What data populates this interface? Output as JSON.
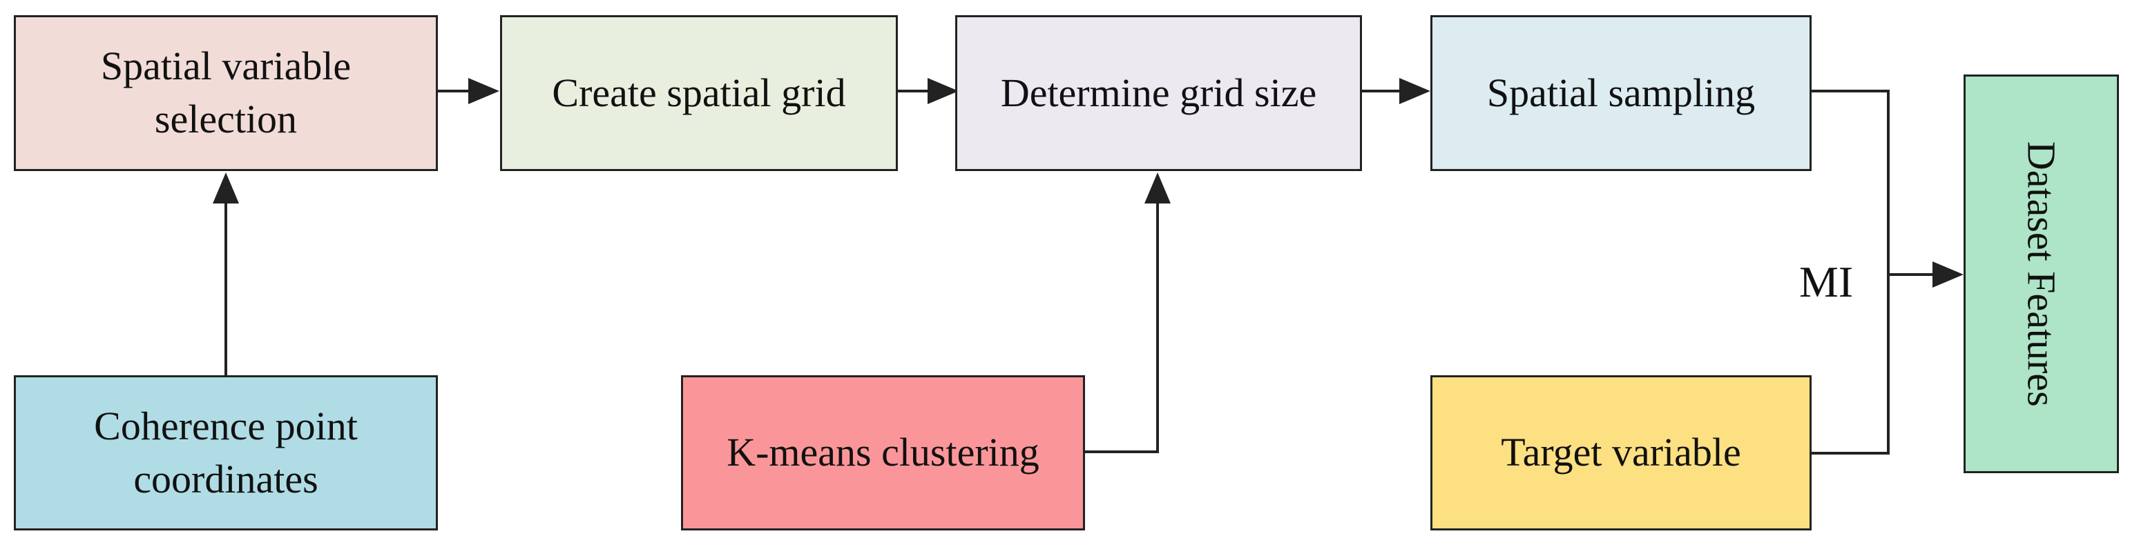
{
  "diagram": {
    "nodes": {
      "spatial_variable_selection": {
        "label": "Spatial variable\nselection",
        "fill": "#F1DCD8"
      },
      "create_spatial_grid": {
        "label": "Create spatial grid",
        "fill": "#E9EFDF"
      },
      "determine_grid_size": {
        "label": "Determine grid size",
        "fill": "#ECE9F1"
      },
      "spatial_sampling": {
        "label": "Spatial sampling",
        "fill": "#DCECF1"
      },
      "coherence_point_coordinates": {
        "label": "Coherence point\ncoordinates",
        "fill": "#B0DCE5"
      },
      "kmeans_clustering": {
        "label": "K-means clustering",
        "fill": "#FA9699"
      },
      "target_variable": {
        "label": "Target variable",
        "fill": "#FDE082"
      },
      "dataset_features": {
        "label": "Dataset Features",
        "fill": "#AEE4C7"
      }
    },
    "edge_labels": {
      "mi": "MI"
    },
    "colors": {
      "stroke": "#222222",
      "background": "#FFFFFF"
    }
  }
}
